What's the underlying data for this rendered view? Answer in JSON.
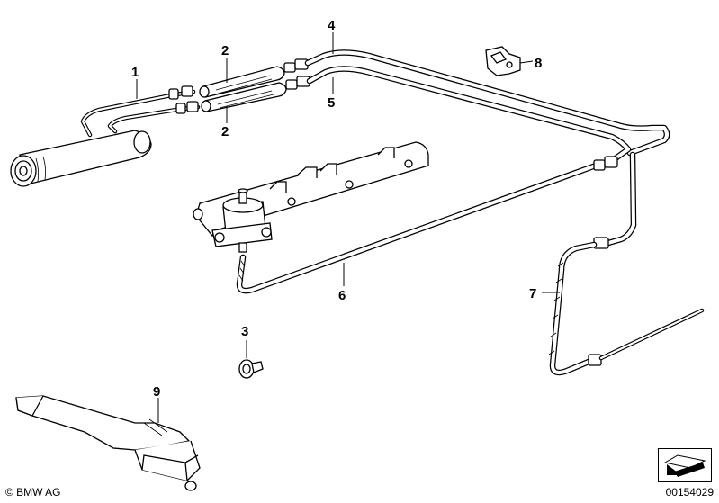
{
  "callouts": [
    {
      "id": "1",
      "label": "1"
    },
    {
      "id": "2a",
      "label": "2"
    },
    {
      "id": "2b",
      "label": "2"
    },
    {
      "id": "3",
      "label": "3"
    },
    {
      "id": "4",
      "label": "4"
    },
    {
      "id": "5",
      "label": "5"
    },
    {
      "id": "6",
      "label": "6"
    },
    {
      "id": "7",
      "label": "7"
    },
    {
      "id": "8",
      "label": "8"
    },
    {
      "id": "9",
      "label": "9"
    }
  ],
  "footer": {
    "copyright": "© BMW AG",
    "diagram_number": "00154029"
  }
}
